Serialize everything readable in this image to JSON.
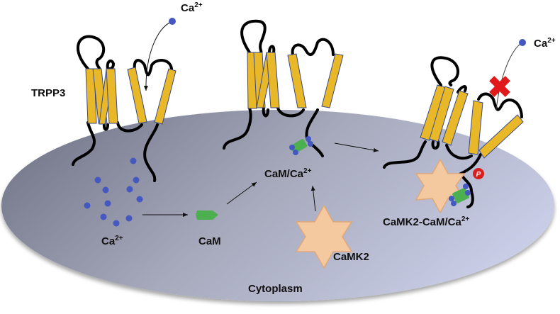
{
  "labels": {
    "ca_top_left": {
      "base": "Ca",
      "sup": "2+"
    },
    "ca_top_right": {
      "base": "Ca",
      "sup": "2+"
    },
    "trpp3": "TRPP3",
    "ca_pool": {
      "base": "Ca",
      "sup": "2+"
    },
    "cam": "CaM",
    "cam_ca": {
      "base": "CaM/Ca",
      "sup": "2+"
    },
    "camk2": "CaMK2",
    "complex": {
      "base": "CaMK2-CaM/Ca",
      "sup": "2+"
    },
    "cytoplasm": "Cytoplasm",
    "phospho": "P"
  },
  "colors": {
    "helix_fill": "#E8B828",
    "helix_stroke": "#3A4A8A",
    "calcium": "#4458C0",
    "cam": "#4CAF50",
    "camk2": "#F5C9A0",
    "camk2_stroke": "#E0A878",
    "block_x": "#E01A1A",
    "phospho": "#D81E1E",
    "cyto_dark": "#7C8092",
    "cyto_light": "#C8CCE6"
  },
  "icons": {
    "blocked": "x-mark-icon",
    "phosphorylation": "phospho-badge-icon"
  }
}
